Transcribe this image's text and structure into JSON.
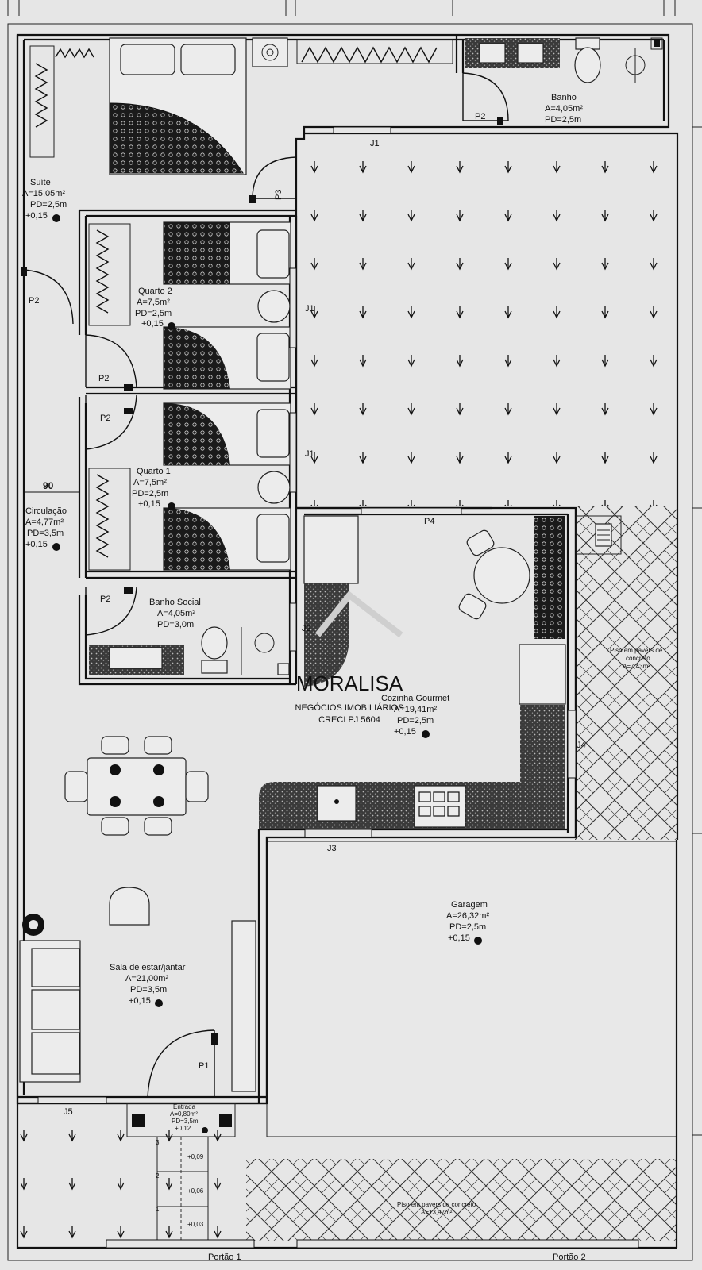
{
  "rooms": {
    "suite": {
      "name": "Suíte",
      "area": "A=15,05m²",
      "pd": "PD=2,5m",
      "level": "+0,15"
    },
    "banho": {
      "name": "Banho",
      "area": "A=4,05m²",
      "pd": "PD=2,5m"
    },
    "quarto2": {
      "name": "Quarto 2",
      "area": "A=7,5m²",
      "pd": "PD=2,5m",
      "level": "+0,15"
    },
    "quarto1": {
      "name": "Quarto 1",
      "area": "A=7,5m²",
      "pd": "PD=2,5m",
      "level": "+0,15"
    },
    "circulacao": {
      "name": "Circulação",
      "area": "A=4,77m²",
      "pd": "PD=3,5m",
      "level": "+0,15"
    },
    "banho_social": {
      "name": "Banho Social",
      "area": "A=4,05m²",
      "pd": "PD=3,0m"
    },
    "cozinha": {
      "name": "Cozinha Gourmet",
      "area": "A=19,41m²",
      "pd": "PD=2,5m",
      "level": "+0,15"
    },
    "sala": {
      "name": "Sala de estar/jantar",
      "area": "A=21,00m²",
      "pd": "PD=3,5m",
      "level": "+0,15"
    },
    "garagem": {
      "name": "Garagem",
      "area": "A=26,32m²",
      "pd": "PD=2,5m",
      "level": "+0,15"
    },
    "entrada": {
      "name": "Entrada",
      "area": "A=0,80m²",
      "pd": "PD=3,5m",
      "level": "+0,12"
    },
    "pavers_side": {
      "line1": "Piso em pavers de",
      "line2": "concreto",
      "area": "A=7,43m²"
    },
    "pavers_front": {
      "line1": "Piso em pavers de concreto",
      "area": "A=13,97m²"
    }
  },
  "doors": {
    "p1": "P1",
    "p2": "P2",
    "p3": "P3",
    "p4": "P4"
  },
  "windows": {
    "j1": "J1",
    "j2": "J2",
    "j3": "J3",
    "j4": "J4",
    "j5": "J5"
  },
  "gates": {
    "portao1": "Portão 1",
    "portao2": "Portão 2"
  },
  "dimension": "90",
  "stairs": {
    "steps": [
      "3",
      "2",
      "1"
    ],
    "levels": [
      "+0,09",
      "+0,06",
      "+0,03"
    ]
  },
  "watermark": {
    "brand": "MORALISA",
    "line1": "NEGÓCIOS IMOBILIÁRIOS",
    "line2": "CRECI PJ 5604"
  },
  "colors": {
    "background": "#e6e6e6",
    "line": "#111111",
    "hatch": "#1a1a1a",
    "watermark": "#cfcfcf"
  }
}
